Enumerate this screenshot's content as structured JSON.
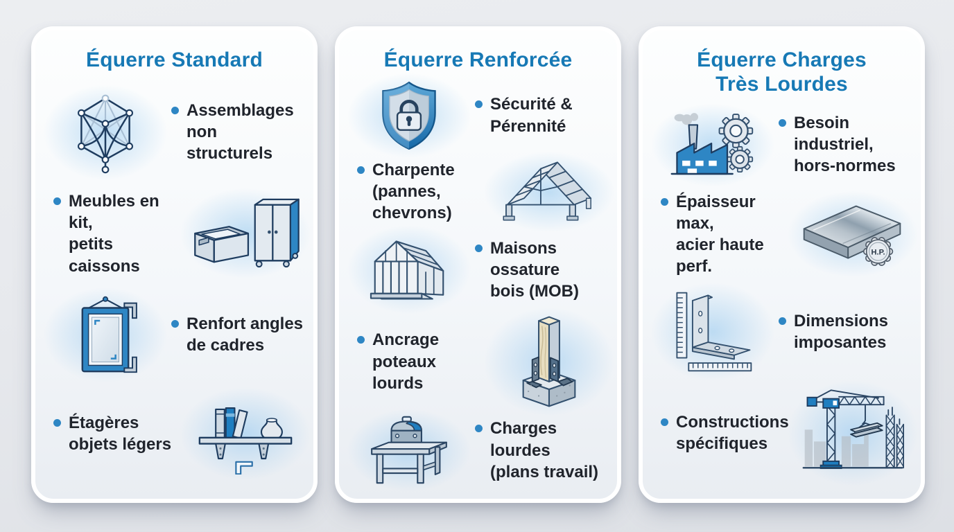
{
  "colors": {
    "title_blue": "#1779b5",
    "bullet_blue": "#2e86c4",
    "text_dark": "#20242c",
    "icon_outline": "#2a4563",
    "icon_blue": "#2e86c4",
    "page_bg": "#e7e9ed",
    "card_bg": "#f4f7fa"
  },
  "cards": [
    {
      "title": "Équerre Standard",
      "items": [
        {
          "icon": "wireframe-cube-icon",
          "side": "left",
          "line1": "Assemblages",
          "line2": "non structurels"
        },
        {
          "icon": "kit-furniture-icon",
          "side": "right",
          "line1": "Meubles en kit,",
          "line2": "petits caissons"
        },
        {
          "icon": "picture-frame-icon",
          "side": "left",
          "line1": "Renfort angles",
          "line2": "de cadres"
        },
        {
          "icon": "shelf-icon",
          "side": "right",
          "line1": "Étagères",
          "line2": "objets légers"
        }
      ]
    },
    {
      "title": "Équerre Renforcée",
      "items": [
        {
          "icon": "shield-lock-icon",
          "side": "left",
          "line1": "Sécurité &",
          "line2": "Pérennité"
        },
        {
          "icon": "roof-truss-icon",
          "side": "right",
          "line1": "Charpente",
          "line2": "(pannes, chevrons)"
        },
        {
          "icon": "timber-frame-house-icon",
          "side": "left",
          "line1": "Maisons ossature",
          "line2": "bois (MOB)"
        },
        {
          "icon": "post-anchor-icon",
          "side": "right",
          "line1": "Ancrage poteaux",
          "line2": "lourds"
        },
        {
          "icon": "workbench-icon",
          "side": "left",
          "line1": "Charges lourdes",
          "line2": "(plans travail)"
        }
      ]
    },
    {
      "title": "Équerre Charges",
      "title2": "Très Lourdes",
      "items": [
        {
          "icon": "factory-gears-icon",
          "side": "left",
          "line1": "Besoin industriel,",
          "line2": "hors-normes"
        },
        {
          "icon": "steel-plate-hp-icon",
          "side": "right",
          "line1": "Épaisseur max,",
          "line2": "acier haute perf."
        },
        {
          "icon": "angle-bracket-ruler-icon",
          "side": "left",
          "line1": "Dimensions",
          "line2": "imposantes"
        },
        {
          "icon": "crane-icon",
          "side": "right",
          "line1": "Constructions",
          "line2": "spécifiques"
        }
      ]
    }
  ],
  "badges": {
    "steel_plate_label": "H.P."
  }
}
